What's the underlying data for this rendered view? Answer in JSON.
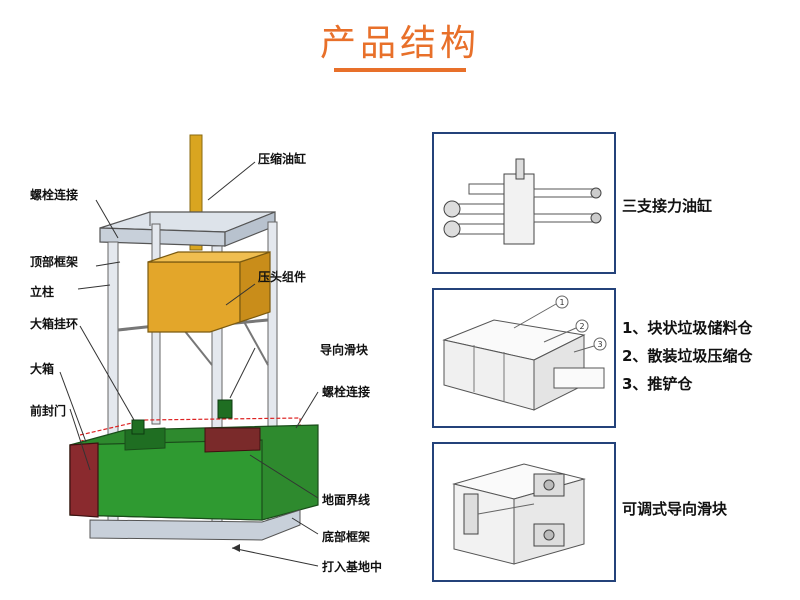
{
  "title": "产品结构",
  "labels": {
    "compress_cylinder": "压缩油缸",
    "bolt_connection_top": "螺栓连接",
    "top_frame": "顶部框架",
    "column": "立柱",
    "press_head": "压头组件",
    "big_box_hanger": "大箱挂环",
    "guide_slider": "导向滑块",
    "big_box": "大箱",
    "bolt_connection_right": "螺栓连接",
    "front_door": "前封门",
    "ground_line": "地面界线",
    "bottom_frame": "底部框架",
    "into_foundation": "打入基地中"
  },
  "panels": {
    "p1": {
      "lines": [
        "三支接力油缸"
      ]
    },
    "p2": {
      "lines": [
        "1、块状垃圾储料仓",
        "2、散装垃圾压缩仓",
        "3、推铲仓"
      ],
      "markers": [
        "1",
        "2",
        "3"
      ]
    },
    "p3": {
      "lines": [
        "可调式导向滑块"
      ]
    }
  },
  "colors": {
    "accent": "#e8702a",
    "frame_blue": "#24427a",
    "box_green": "#2e8a2e",
    "door_red": "#8a2a2e",
    "press_yellow": "#e0a020"
  }
}
